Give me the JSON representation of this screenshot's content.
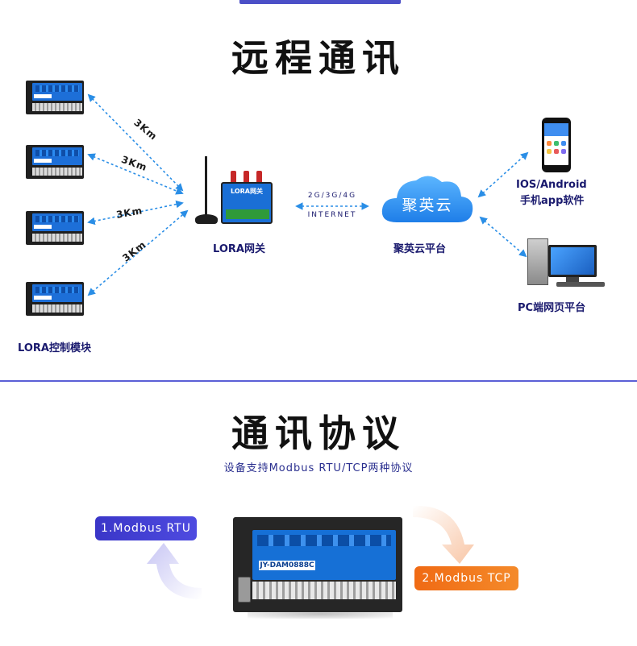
{
  "remote": {
    "title": "远程通讯",
    "distance_labels": [
      "3Km",
      "3Km",
      "3Km",
      "3Km"
    ],
    "modules_caption": "LORA控制模块",
    "gateway_caption": "LORA网关",
    "gateway_device_title": "LORA网关",
    "network_top": "2G/3G/4G",
    "network_bottom": "INTERNET",
    "cloud_text": "聚英云",
    "cloud_caption": "聚英云平台",
    "app_caption_line1": "IOS/Android",
    "app_caption_line2": "手机app软件",
    "pc_caption": "PC端网页平台"
  },
  "protocol": {
    "title": "通讯协议",
    "subtitle": "设备支持Modbus RTU/TCP两种协议",
    "rtu_label": "1.Modbus RTU",
    "tcp_label": "2.Modbus TCP",
    "device_label": "JY-DAM0888C"
  },
  "colors": {
    "accent_blue": "#4b4fc7",
    "arrow_blue": "#2a8ee6",
    "cloud_blue": "#2f8ff0",
    "rtu_purple": "#3a36c8",
    "tcp_orange": "#f06a14"
  }
}
